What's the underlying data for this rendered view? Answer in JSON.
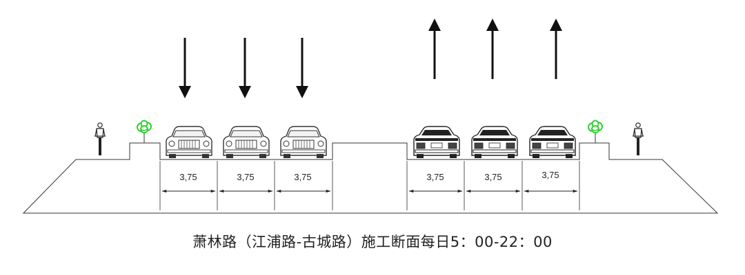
{
  "diagram": {
    "caption": "萧林路（江浦路-古城路）施工断面每日5：00-22：00",
    "lane_width_labels": [
      "3,75",
      "3,75",
      "3,75",
      "3,75",
      "3,75",
      "3,75"
    ],
    "left_directions": [
      "down",
      "down",
      "down"
    ],
    "right_directions": [
      "up",
      "up",
      "up"
    ],
    "colors": {
      "line": "#333333",
      "tree": "#2fd12f",
      "arrow": "#111111"
    },
    "icons": [
      "cyclist-icon",
      "tree-icon",
      "car-front-icon",
      "car-rear-icon"
    ]
  }
}
